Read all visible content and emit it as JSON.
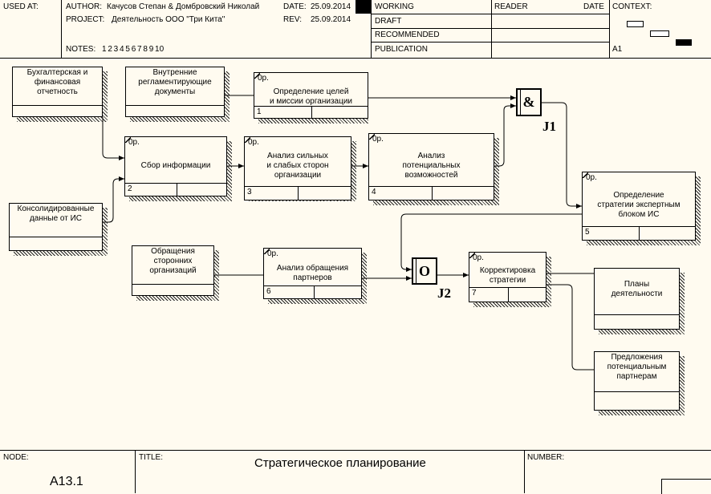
{
  "header": {
    "used_at_label": "USED AT:",
    "author_label": "AUTHOR:",
    "author_value": "Качусов Степан & Домбровский Николай",
    "project_label": "PROJECT:",
    "project_value": "Деятельность ООО \"Три Кита\"",
    "date_label": "DATE:",
    "date_value": "25.09.2014",
    "rev_label": "REV:",
    "rev_value": "25.09.2014",
    "notes_label": "NOTES:",
    "notes_values": "1  2  3  4  5  6  7  8  9  10",
    "status": [
      "WORKING",
      "DRAFT",
      "RECOMMENDED",
      "PUBLICATION"
    ],
    "reader_label": "READER",
    "reader_date_label": "DATE",
    "context_label": "CONTEXT:",
    "context_node": "A1"
  },
  "diagram": {
    "externals": [
      {
        "id": "ext-accounting",
        "text": "Бухгалтерская и\nфинансовая\nотчетность"
      },
      {
        "id": "ext-regulations",
        "text": "Внутренние\nрегламентирующие\nдокументы"
      },
      {
        "id": "ext-consolidated",
        "text": "Консолидированные\nданные от ИС"
      },
      {
        "id": "ext-appeals",
        "text": "Обращения\nсторонних\nорганизаций"
      },
      {
        "id": "ext-plans",
        "text": "Планы\nдеятельности"
      },
      {
        "id": "ext-proposals",
        "text": "Предложения\nпотенциальным\nпартнерам"
      }
    ],
    "processes": [
      {
        "id": "p1",
        "cost": "0р.",
        "text": "Определение целей\nи миссии организации",
        "number": "1"
      },
      {
        "id": "p2",
        "cost": "0р.",
        "text": "Сбор информации",
        "number": "2"
      },
      {
        "id": "p3",
        "cost": "0р.",
        "text": "Анализ сильных\nи слабых сторон\nорганизации",
        "number": "3"
      },
      {
        "id": "p4",
        "cost": "0р.",
        "text": "Анализ\nпотенциальных\nвозможностей",
        "number": "4"
      },
      {
        "id": "p5",
        "cost": "0р.",
        "text": "Определение\nстратегии экспертным\nблоком ИС",
        "number": "5"
      },
      {
        "id": "p6",
        "cost": "0р.",
        "text": "Анализ обращения\nпартнеров",
        "number": "6"
      },
      {
        "id": "p7",
        "cost": "0р.",
        "text": "Корректировка\nстратегии",
        "number": "7"
      }
    ],
    "junctions": [
      {
        "id": "J1",
        "symbol": "&",
        "label": "J1"
      },
      {
        "id": "J2",
        "symbol": "O",
        "label": "J2"
      }
    ]
  },
  "footer": {
    "node_label": "NODE:",
    "node_value": "A13.1",
    "title_label": "TITLE:",
    "title_value": "Стратегическое планирование",
    "number_label": "NUMBER:"
  }
}
